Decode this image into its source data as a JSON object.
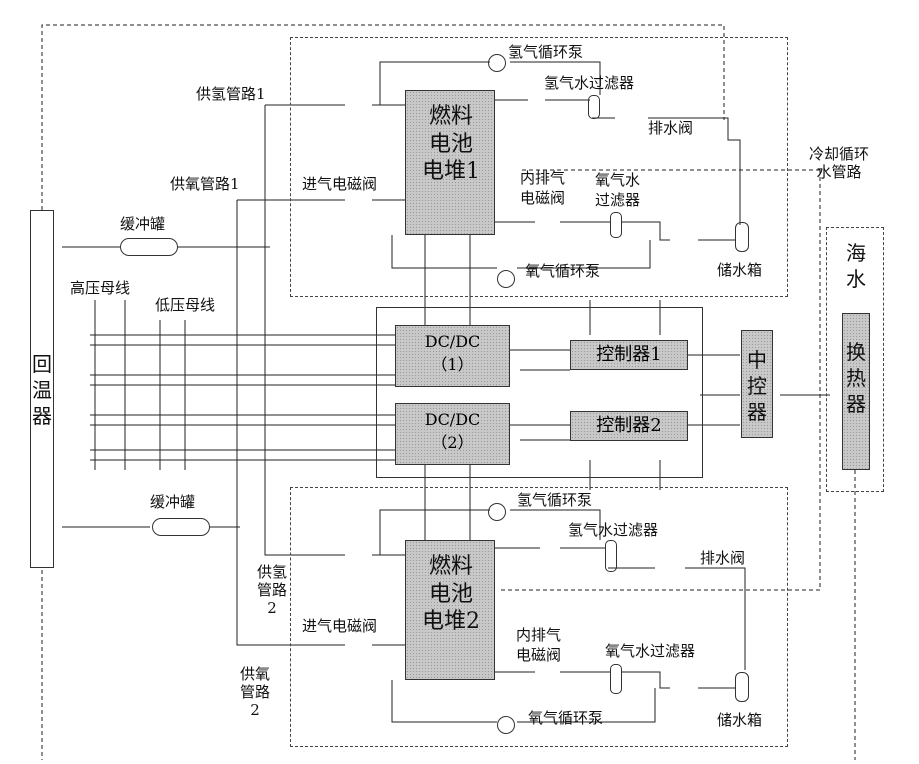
{
  "labels": {
    "h2_supply_1": "供氢管路1",
    "o2_supply_1": "供氧管路1",
    "h2_supply_2": "供氢管路2",
    "o2_supply_2": "供氧管路2",
    "buffer_tank_top": "缓冲罐",
    "buffer_tank_bottom": "缓冲罐",
    "high_voltage_bus": "高压母线",
    "low_voltage_bus": "低压母线",
    "reheater": "回温器",
    "coolant_loop": "冷却循环水管路",
    "seawater": "海水",
    "heat_exchanger": "换热器",
    "central_control": "中控器",
    "stack1_line1": "燃料",
    "stack1_line2": "电池",
    "stack1_line3": "电堆1",
    "stack2_line1": "燃料",
    "stack2_line2": "电池",
    "stack2_line3": "电堆2",
    "h2_pump_1": "氢气循环泵",
    "h2_filter_1": "氢气水过滤器",
    "drain_valve_1": "排水阀",
    "inlet_valve_1": "进气电磁阀",
    "internal_vent_1a": "内排气",
    "internal_vent_1b": "电磁阀",
    "o2_filter_1a": "氧气水",
    "o2_filter_1b": "过滤器",
    "o2_pump_1": "氧气循环泵",
    "water_tank_1": "储水箱",
    "dcdc1_a": "DC/DC",
    "dcdc1_b": "（1）",
    "dcdc2_a": "DC/DC",
    "dcdc2_b": "（2）",
    "controller_1": "控制器1",
    "controller_2": "控制器2",
    "h2_pump_2": "氢气循环泵",
    "h2_filter_2": "氢气水过滤器",
    "drain_valve_2": "排水阀",
    "inlet_valve_2": "进气电磁阀",
    "internal_vent_2a": "内排气",
    "internal_vent_2b": "电磁阀",
    "o2_filter_2": "氧气水过滤器",
    "o2_pump_2": "氧气循环泵",
    "water_tank_2": "储水箱"
  }
}
